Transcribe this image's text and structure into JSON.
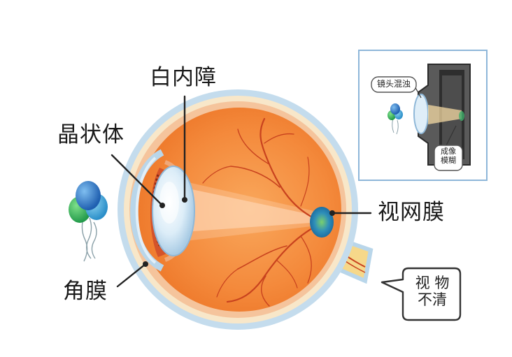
{
  "labels": {
    "cataract": "白内障",
    "lens": "晶状体",
    "retina": "视网膜",
    "cornea": "角膜"
  },
  "callout": {
    "line1": "视 物",
    "line2": "不清"
  },
  "inset": {
    "lens_blur": "镜头混浊",
    "image_line1": "成像",
    "image_line2": "模糊"
  },
  "colors": {
    "eyeball": "#f48a3c",
    "sclera_outer": "#b9d6ea",
    "lens": "#cfe6f5",
    "vessel": "#c8421e",
    "inset_border": "#8eb6d9"
  }
}
